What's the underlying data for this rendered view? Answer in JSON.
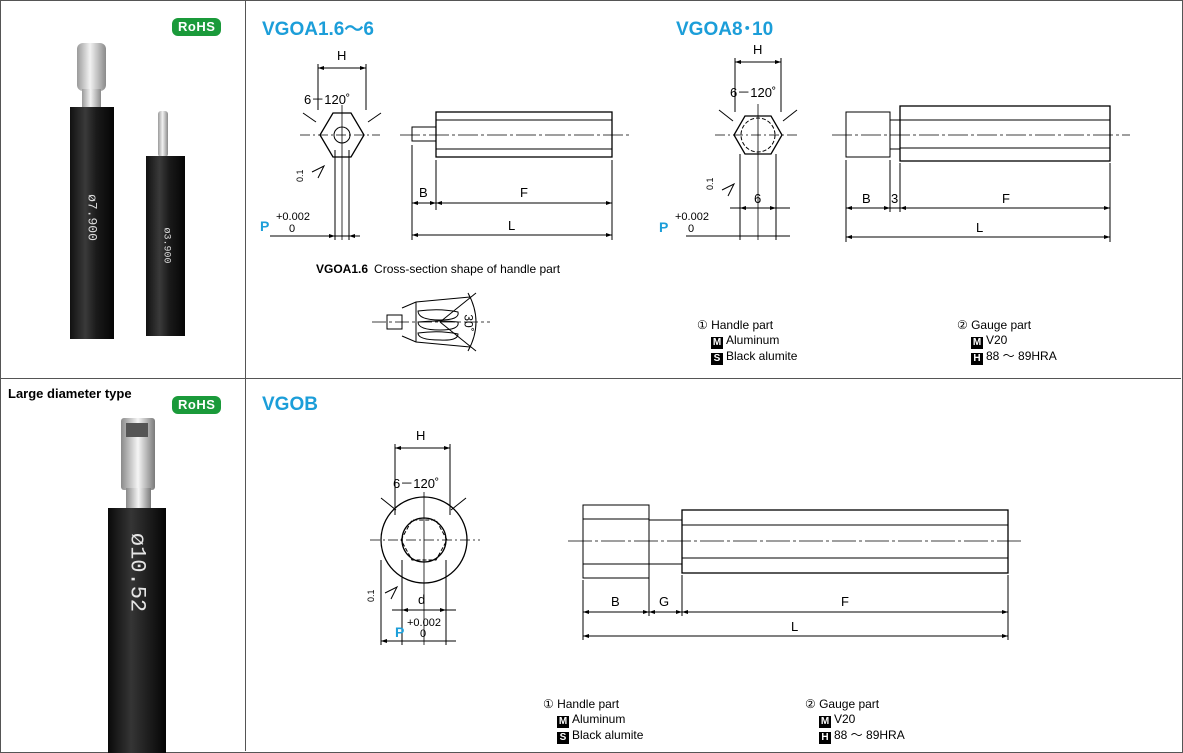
{
  "top": {
    "rohs": "RoHS",
    "product_labels": [
      "ø7.900",
      "ø3.900"
    ],
    "series_a": "VGOA1.6～6",
    "series_b": "VGOA8･10",
    "dims_a": {
      "h": "H",
      "angle": "6－120˚",
      "b": "B",
      "f": "F",
      "l": "L",
      "p": "P",
      "tol_plus": "+0.002",
      "tol_zero": "0",
      "finish": "0.1"
    },
    "dims_b": {
      "h": "H",
      "angle": "6－120˚",
      "b": "B",
      "three": "3",
      "six": "6",
      "f": "F",
      "l": "L",
      "p": "P",
      "tol_plus": "+0.002",
      "tol_zero": "0",
      "finish": "0.1"
    },
    "cross_section": {
      "model": "VGOA1.6",
      "caption": "Cross-section shape of handle part",
      "angle": "30˚"
    },
    "handle": {
      "title": "① Handle part",
      "material": "Aluminum",
      "finish": "Black alumite"
    },
    "gauge": {
      "title": "② Gauge part",
      "material": "V20",
      "hardness": "88 ～ 89HRA"
    }
  },
  "bottom": {
    "type_label": "Large diameter type",
    "rohs": "RoHS",
    "product_label": "ø10.52",
    "series": "VGOB",
    "dims": {
      "h": "H",
      "angle": "6－120˚",
      "d": "d",
      "b": "B",
      "g": "G",
      "f": "F",
      "l": "L",
      "p": "P",
      "tol_plus": "+0.002",
      "tol_zero": "0",
      "finish": "0.1"
    },
    "handle": {
      "title": "① Handle part",
      "material": "Aluminum",
      "finish": "Black alumite"
    },
    "gauge": {
      "title": "② Gauge part",
      "material": "V20",
      "hardness": "88 ～ 89HRA"
    }
  },
  "badges": {
    "m": "M",
    "s": "S",
    "h": "H"
  },
  "colors": {
    "accent": "#1c9ed9",
    "rohs": "#1a9a3a"
  }
}
